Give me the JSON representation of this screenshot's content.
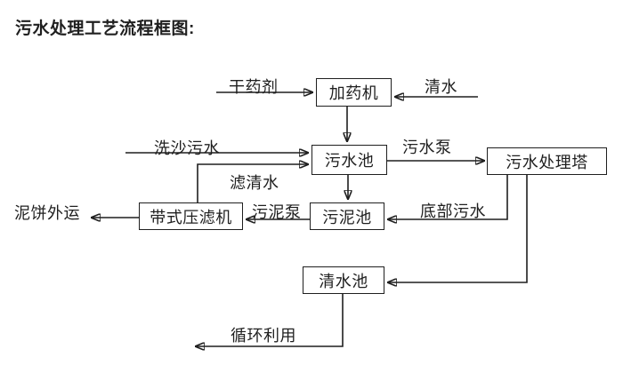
{
  "title": "污水处理工艺流程框图:",
  "diagram": {
    "nodes": [
      {
        "id": "dosing-machine",
        "label": "加药机"
      },
      {
        "id": "sewage-pool",
        "label": "污水池"
      },
      {
        "id": "sewage-treatment-tower",
        "label": "污水处理塔"
      },
      {
        "id": "sludge-pool",
        "label": "污泥池"
      },
      {
        "id": "belt-filter-press",
        "label": "带式压滤机"
      },
      {
        "id": "clean-water-pool",
        "label": "清水池"
      }
    ],
    "edge_labels": [
      {
        "id": "dry-agent",
        "text": "干药剂"
      },
      {
        "id": "clean-water-in",
        "text": "清水"
      },
      {
        "id": "sand-washing-sewage",
        "text": "洗沙污水"
      },
      {
        "id": "sewage-pump",
        "text": "污水泵"
      },
      {
        "id": "filtered-water",
        "text": "滤清水"
      },
      {
        "id": "sludge-pump",
        "text": "污泥泵"
      },
      {
        "id": "bottom-sewage",
        "text": "底部污水"
      },
      {
        "id": "mud-cake-out",
        "text": "泥饼外运"
      },
      {
        "id": "recycle",
        "text": "循环利用"
      }
    ],
    "colors": {
      "line": "#1f1f1f",
      "text": "#1f1f1f",
      "background": "#ffffff"
    }
  }
}
